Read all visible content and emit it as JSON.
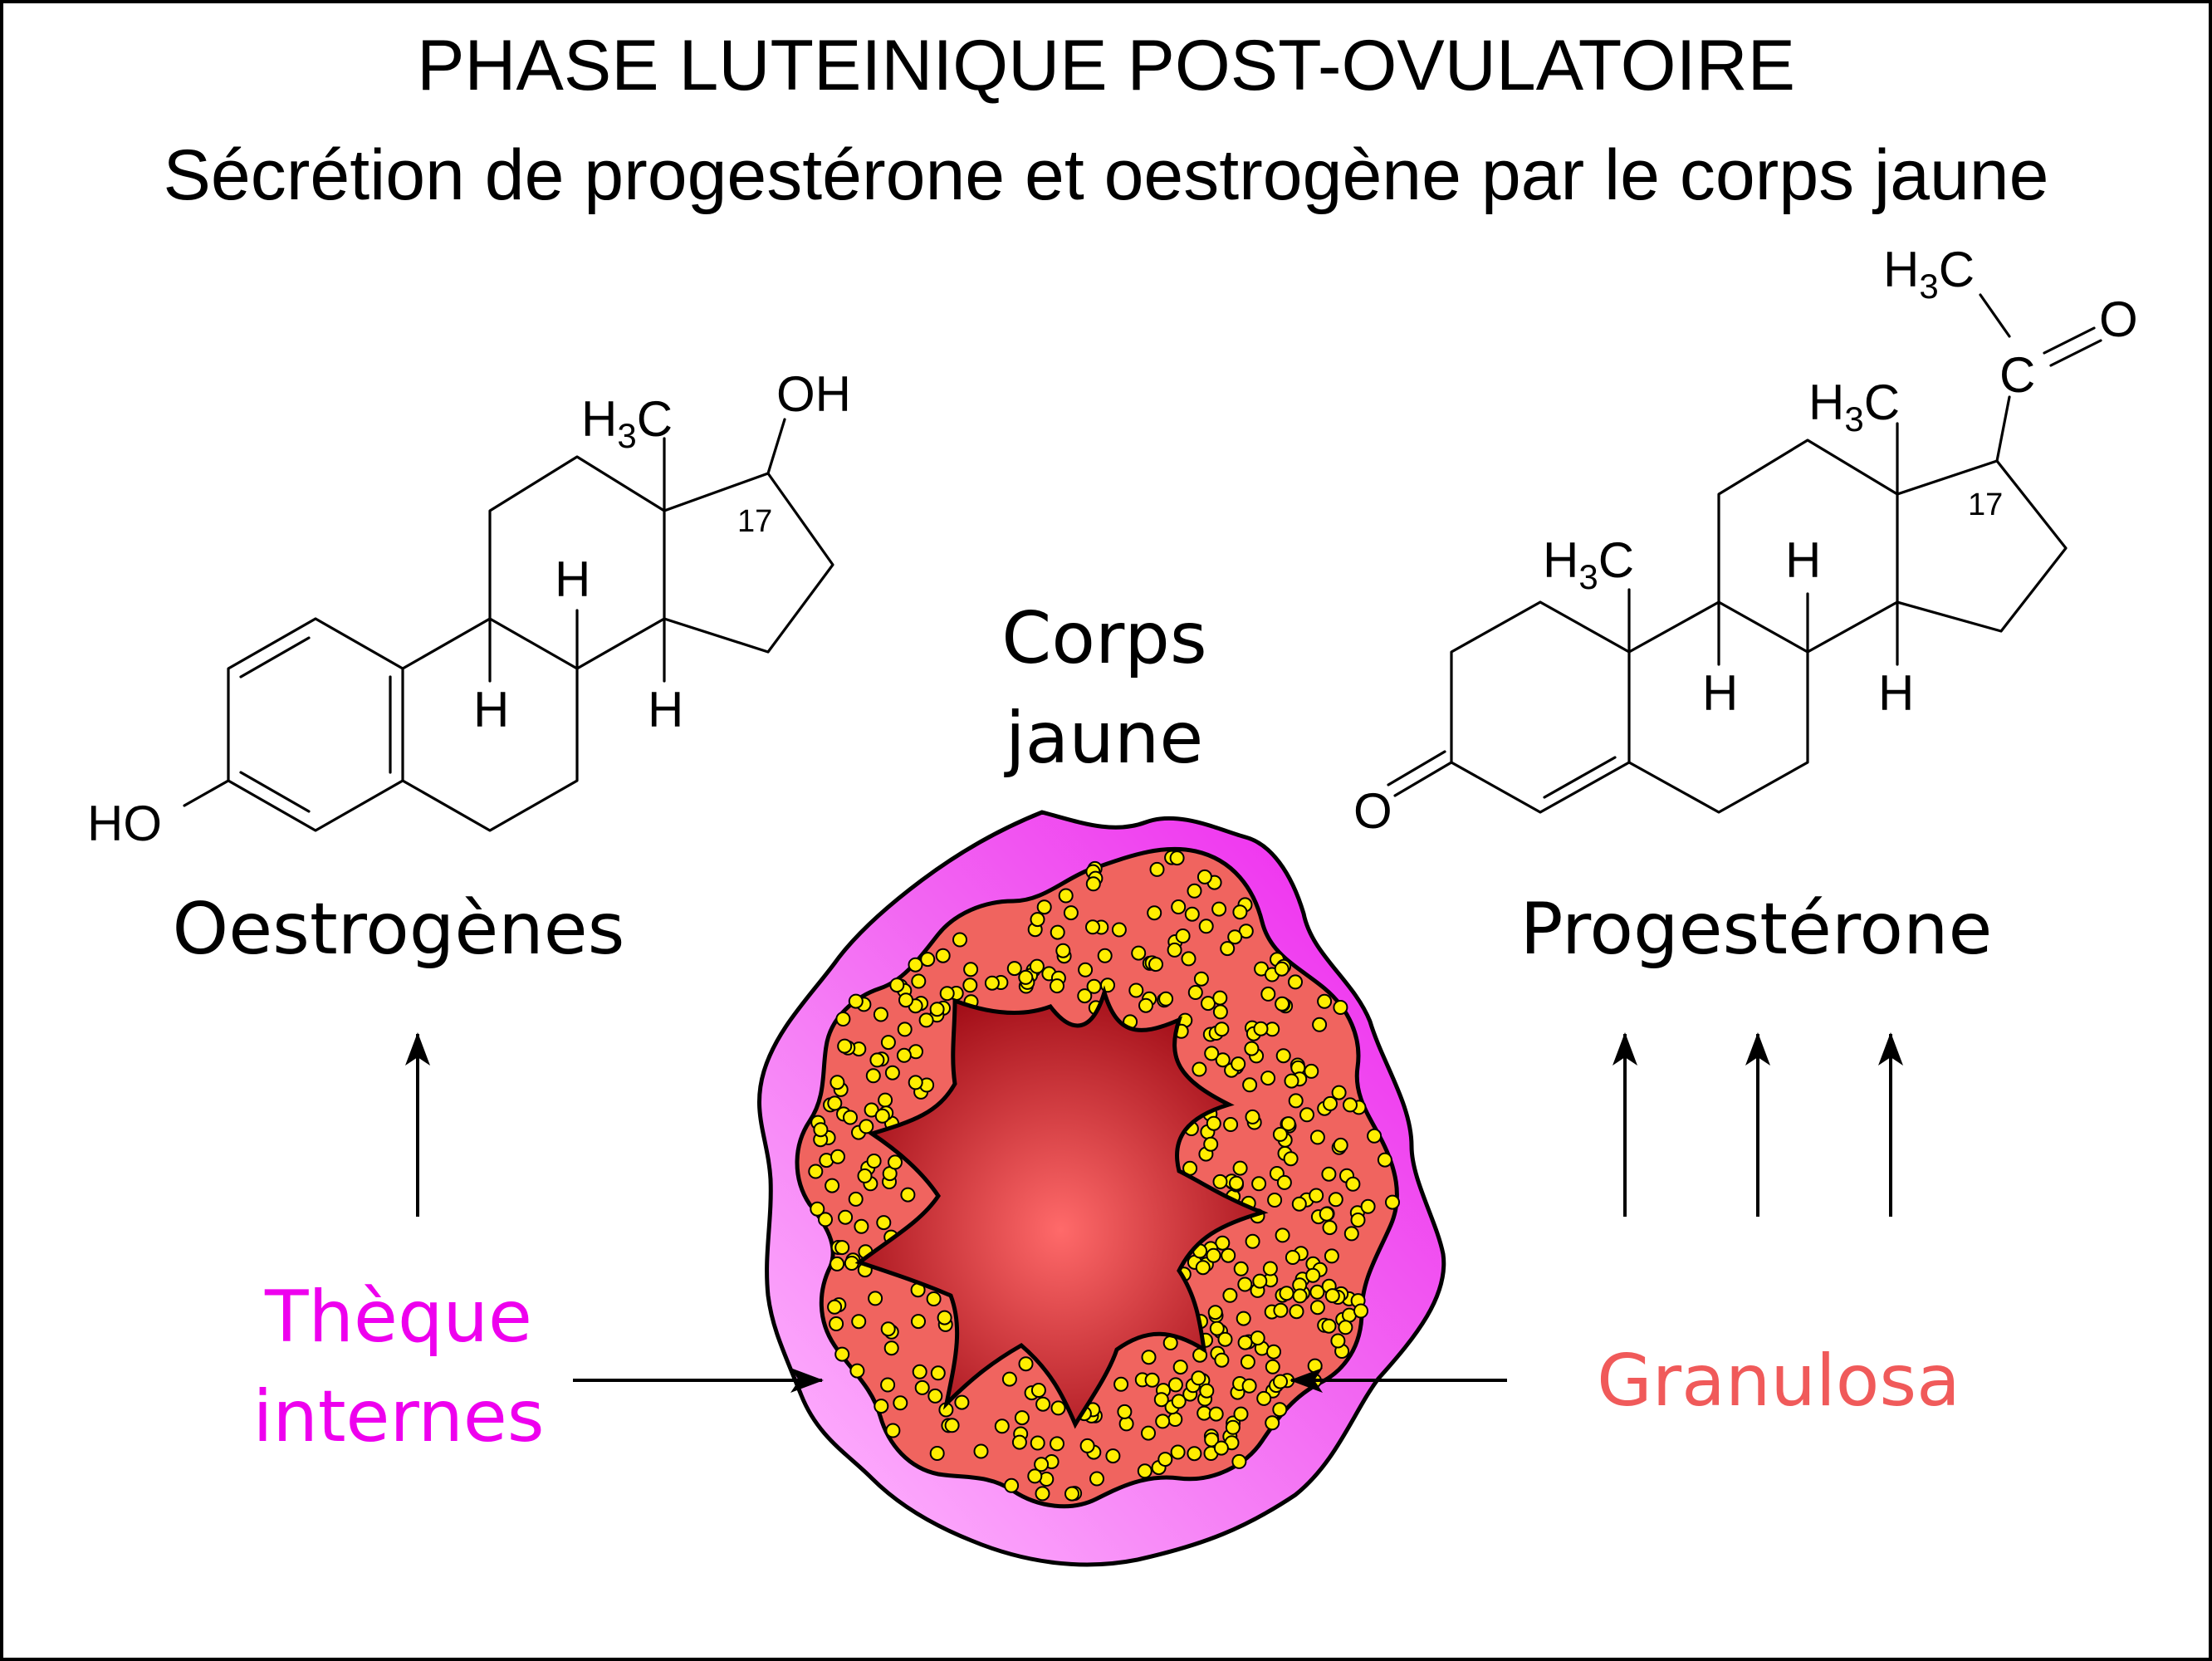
{
  "title": "PHASE LUTEINIQUE POST-OVULATOIRE",
  "subtitle": "Sécrétion de progestérone et oestrogène par le corps jaune",
  "center_label": {
    "line1": "Corps",
    "line2": "jaune"
  },
  "estrogen": {
    "name": "Oestrogènes",
    "labels": {
      "ho": "HO",
      "oh": "OH",
      "methyl": "H",
      "methyl_sub": "3",
      "methyl_c": "C",
      "h": "H",
      "c17": "17"
    }
  },
  "progesterone": {
    "name": "Progestérone",
    "labels": {
      "o": "O",
      "c": "C",
      "methyl": "H",
      "methyl_sub": "3",
      "methyl_c": "C",
      "h": "H",
      "c17": "17"
    }
  },
  "theca": {
    "line1": "Thèque",
    "line2": "internes",
    "color": "#ee00ee"
  },
  "granulosa": {
    "label": "Granulosa",
    "color": "#f05a5a"
  },
  "colors": {
    "theca_dark": "#ee33ee",
    "theca_light": "#ffb3ff",
    "granulosa_fill": "#f0645f",
    "cavity_center": "#ff6060",
    "cavity_edge": "#a00010",
    "granule": "#ffee00"
  }
}
